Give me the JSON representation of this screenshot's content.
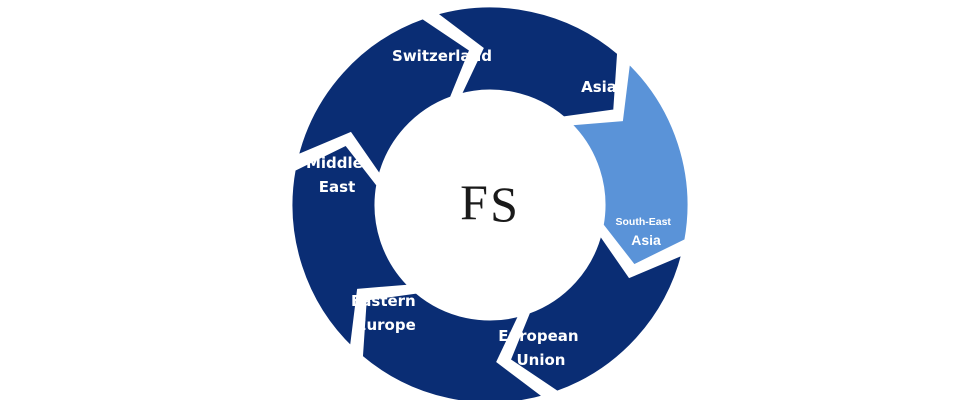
{
  "diagram": {
    "colors": {
      "dark": "#0a2d74",
      "highlight": "#5a93d8",
      "separator": "#ffffff",
      "center": "#ffffff"
    },
    "segments": [
      {
        "id": "switzerland",
        "lines": [
          "Switzerland"
        ],
        "highlight": false
      },
      {
        "id": "asia",
        "lines": [
          "Asia"
        ],
        "highlight": true
      },
      {
        "id": "south-east-asia",
        "lines": [
          "South-East",
          "Asia"
        ],
        "highlight": false
      },
      {
        "id": "european-union",
        "lines": [
          "European",
          "Union"
        ],
        "highlight": false
      },
      {
        "id": "eastern-europe",
        "lines": [
          "Eastern",
          "Europe"
        ],
        "highlight": false
      },
      {
        "id": "middle-east",
        "lines": [
          "Middle",
          "East"
        ],
        "highlight": false
      }
    ],
    "logo": {
      "letters": [
        "F",
        "S"
      ]
    }
  }
}
